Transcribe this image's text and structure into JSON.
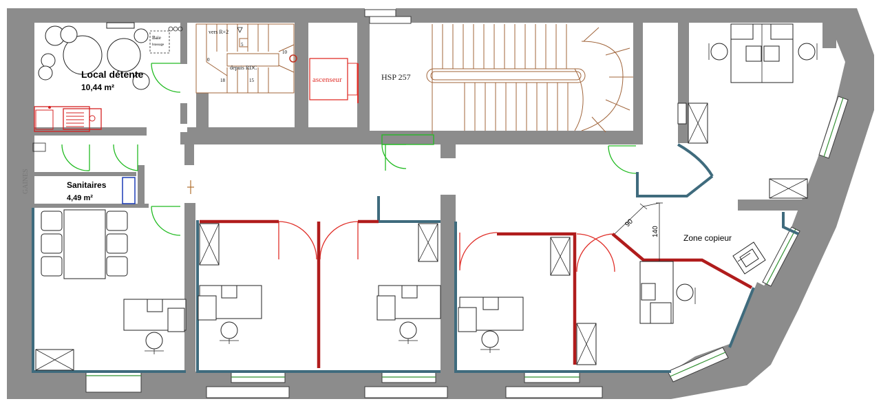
{
  "rooms": {
    "local_detente": {
      "name": "Local détente",
      "area": "10,44 m²"
    },
    "sanitaires": {
      "name": "Sanitaires",
      "area": "4,49 m²"
    },
    "zone_copieur": {
      "name": "Zone copieur"
    },
    "ascenseur": {
      "name": "ascenseur"
    },
    "hsp": {
      "label": "HSP 257"
    },
    "gaines": {
      "label": "GAINES"
    }
  },
  "stair_small": {
    "up_label": "vers R+2",
    "down_label": "depuis RDC",
    "step_5": "5",
    "step_10": "10",
    "step_15": "15",
    "step_18": "18",
    "step_0": "0"
  },
  "fixtures": {
    "baie_label": "Baie",
    "baie_sub": "brassage"
  },
  "dimensions": {
    "d90": "90",
    "d140": "140"
  },
  "colors": {
    "wall": "#8c8c8c",
    "partition_teal": "#3f6b7d",
    "partition_red": "#b01c1c",
    "door_green": "#22bb22",
    "door_red": "#e0302a",
    "stair_brown": "#a0643a",
    "kitchen_red": "#d42020"
  }
}
